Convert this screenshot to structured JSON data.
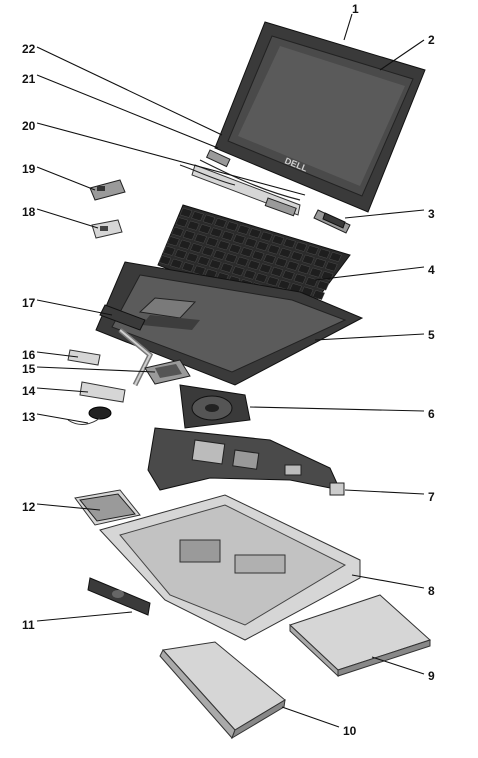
{
  "callouts": [
    {
      "label": "1"
    },
    {
      "label": "2"
    },
    {
      "label": "3"
    },
    {
      "label": "4"
    },
    {
      "label": "5"
    },
    {
      "label": "6"
    },
    {
      "label": "7"
    },
    {
      "label": "8"
    },
    {
      "label": "9"
    },
    {
      "label": "10"
    },
    {
      "label": "11"
    },
    {
      "label": "12"
    },
    {
      "label": "13"
    },
    {
      "label": "14"
    },
    {
      "label": "15"
    },
    {
      "label": "16"
    },
    {
      "label": "17"
    },
    {
      "label": "18"
    },
    {
      "label": "19"
    },
    {
      "label": "20"
    },
    {
      "label": "21"
    },
    {
      "label": "22"
    }
  ],
  "logo_text": "DELL"
}
